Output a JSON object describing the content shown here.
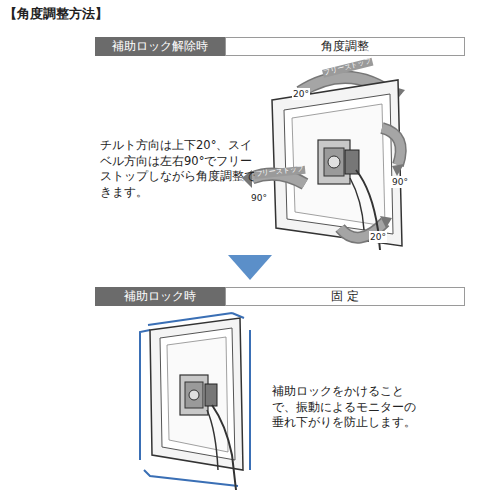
{
  "diagram": {
    "title": "【角度調整方法】",
    "nodes": [
      {
        "text": [
          "補助ロック解除時"
        ]
      },
      {
        "text": [
          "角度調整"
        ]
      },
      {
        "text": [
          "補助ロック時"
        ]
      },
      {
        "text": [
          "固 定"
        ]
      }
    ],
    "labels": [
      "チルト方向は上下20°、スイベル方向は左右90°でフリーストップしながら角度調整できます。",
      "20°",
      "90°",
      "90°",
      "20°",
      "フリーストップ",
      "フリーストップ",
      "補助ロックをかけることで、振動によるモニターの垂れ下がりを防止します。"
    ]
  }
}
